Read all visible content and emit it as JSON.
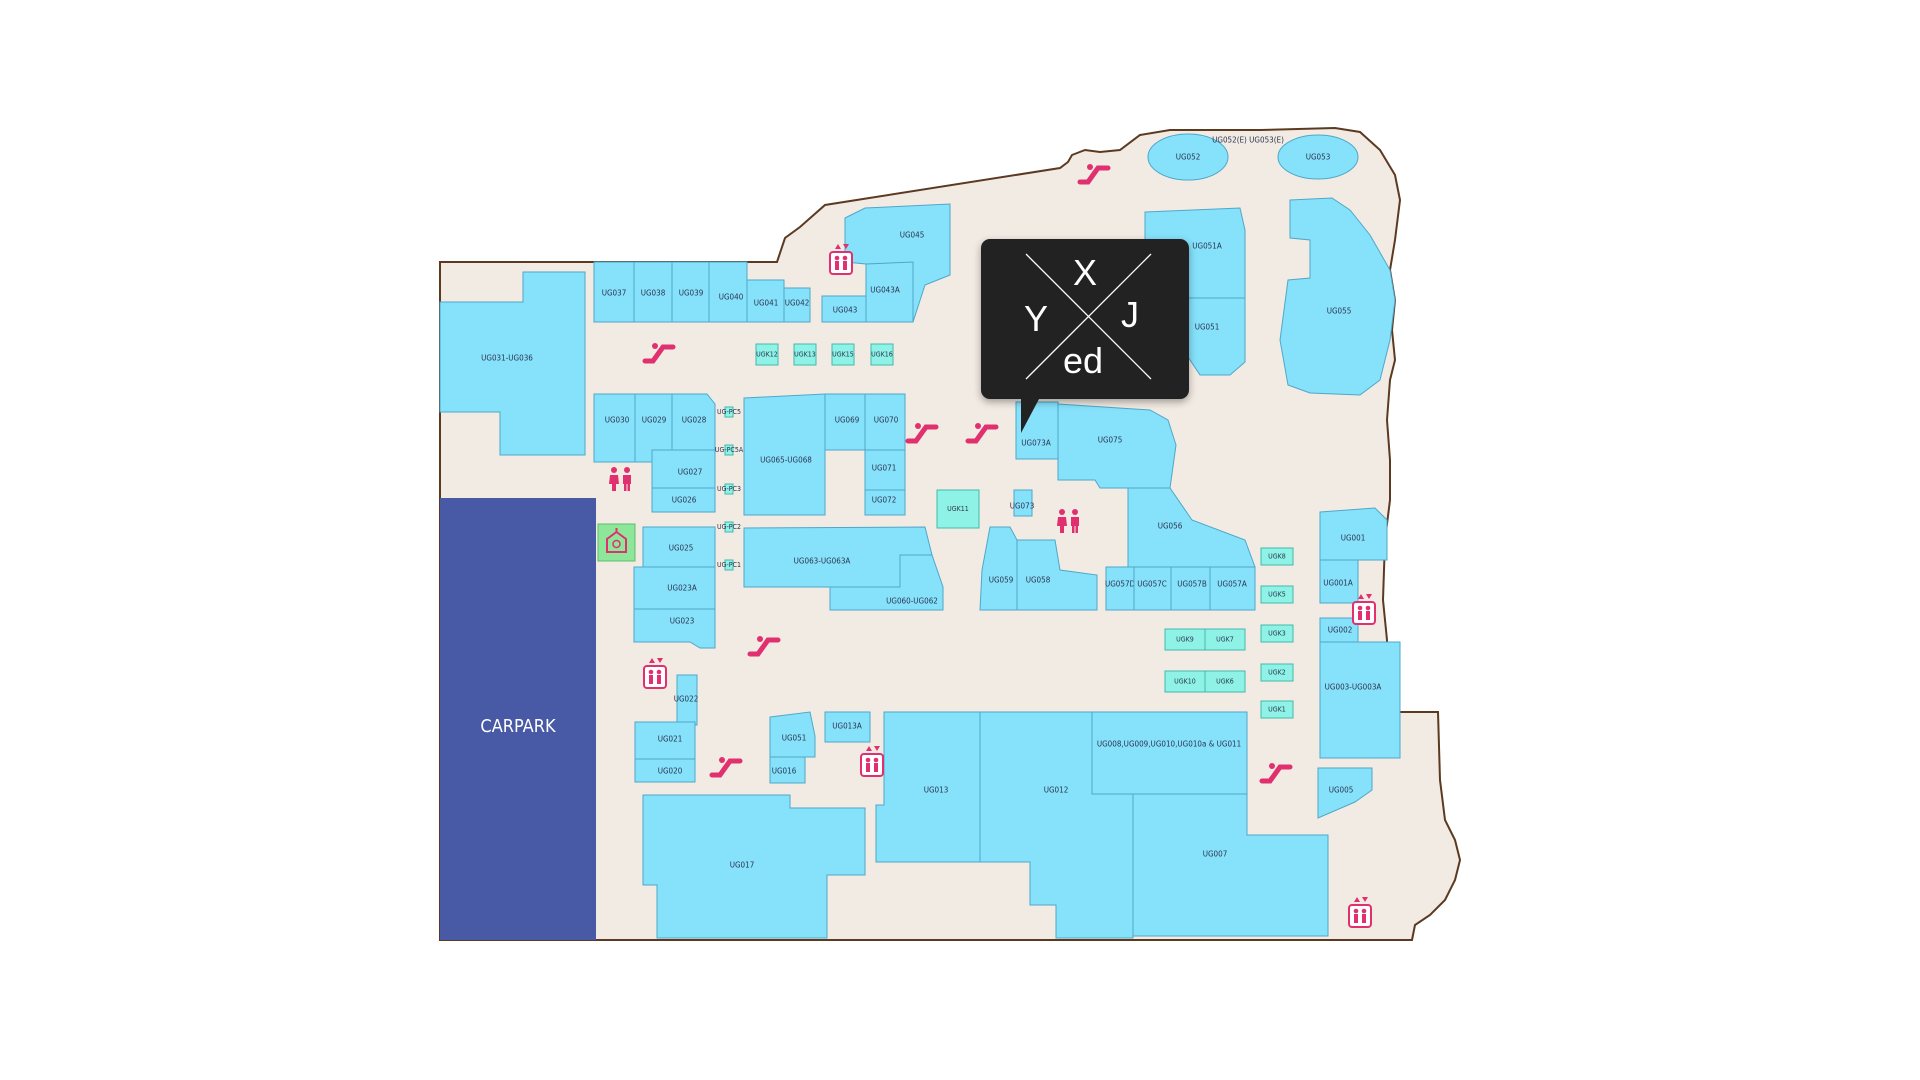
{
  "map": {
    "carpark_label": "CARPARK",
    "units": [
      {
        "id": "UG052(E)  UG053(E)"
      },
      {
        "id": "UG052"
      },
      {
        "id": "UG053"
      },
      {
        "id": "UG045"
      },
      {
        "id": "UG043A"
      },
      {
        "id": "UG043"
      },
      {
        "id": "UG037"
      },
      {
        "id": "UG038"
      },
      {
        "id": "UG039"
      },
      {
        "id": "UG040"
      },
      {
        "id": "UG041"
      },
      {
        "id": "UG042"
      },
      {
        "id": "UG031-UG036"
      },
      {
        "id": "UG030"
      },
      {
        "id": "UG029"
      },
      {
        "id": "UG028"
      },
      {
        "id": "UG027"
      },
      {
        "id": "UG026"
      },
      {
        "id": "UG065-UG068"
      },
      {
        "id": "UG069"
      },
      {
        "id": "UG070"
      },
      {
        "id": "UG071"
      },
      {
        "id": "UG072"
      },
      {
        "id": "UG051A"
      },
      {
        "id": "UG051"
      },
      {
        "id": "UG055"
      },
      {
        "id": "UG073A"
      },
      {
        "id": "UG075"
      },
      {
        "id": "UG073"
      },
      {
        "id": "UG025"
      },
      {
        "id": "UG023A"
      },
      {
        "id": "UG023"
      },
      {
        "id": "UG063-UG063A"
      },
      {
        "id": "UG060-UG062"
      },
      {
        "id": "UG059"
      },
      {
        "id": "UG058"
      },
      {
        "id": "UG056"
      },
      {
        "id": "UG057D"
      },
      {
        "id": "UG057C"
      },
      {
        "id": "UG057B"
      },
      {
        "id": "UG057A"
      },
      {
        "id": "UG001"
      },
      {
        "id": "UG001A"
      },
      {
        "id": "UG002"
      },
      {
        "id": "UG003-UG003A"
      },
      {
        "id": "UG005"
      },
      {
        "id": "UG022"
      },
      {
        "id": "UG021"
      },
      {
        "id": "UG020"
      },
      {
        "id": "UG051"
      },
      {
        "id": "UG013A"
      },
      {
        "id": "UG016"
      },
      {
        "id": "UG013"
      },
      {
        "id": "UG012"
      },
      {
        "id": "UG008,UG009,UG010,UG010a & UG011"
      },
      {
        "id": "UG007"
      },
      {
        "id": "UG017"
      }
    ],
    "kiosks": [
      "UGK12",
      "UGK13",
      "UGK15",
      "UGK16",
      "UGK11",
      "UGK8",
      "UGK5",
      "UGK3",
      "UGK2",
      "UGK1",
      "UGK9",
      "UGK7",
      "UGK10",
      "UGK6"
    ],
    "corridor_kiosks": [
      "UG-PC5",
      "UG-PC5A",
      "UG-PC3",
      "UG-PC2",
      "UG-PC1"
    ],
    "colors": {
      "floor": "#f2ebe3",
      "outline": "#5b3a21",
      "unit": "#86e1fb",
      "kiosk": "#8ef3e6",
      "carpark": "#4859a6",
      "icon": "#e0306f",
      "popup": "#222222"
    }
  },
  "popup": {
    "logo_letters": {
      "top": "X",
      "left": "Y",
      "right": "J",
      "bottom": "ed"
    }
  }
}
